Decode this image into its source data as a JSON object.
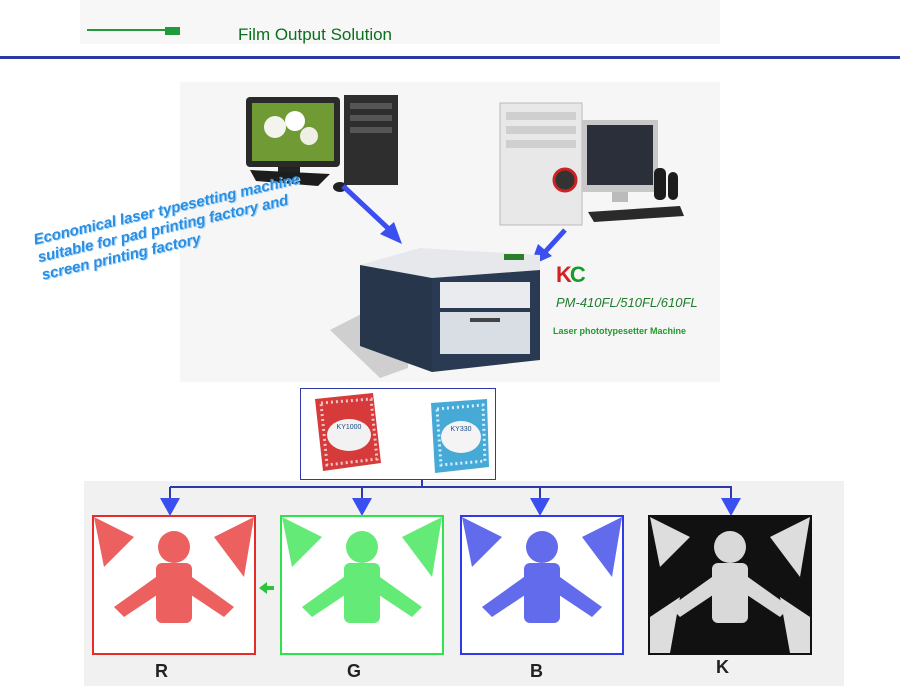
{
  "header": {
    "title": "Film Output Solution"
  },
  "slogan": {
    "lines": [
      "Economical laser typesetting machine",
      "suitable for pad printing factory and",
      "screen printing factory"
    ]
  },
  "brand": {
    "logo_k": "K",
    "logo_c": "C",
    "model": "PM-410FL/510FL/610FL",
    "caption": "Laser phototypesetter Machine"
  },
  "film_packs": [
    "KY1000",
    "KY330"
  ],
  "channels": [
    {
      "label": "R",
      "color": "#e62b2b"
    },
    {
      "label": "G",
      "color": "#2fe34a"
    },
    {
      "label": "B",
      "color": "#2f3ae8"
    },
    {
      "label": "K",
      "color": "#111111"
    }
  ],
  "colors": {
    "accent_blue": "#2e3aa6",
    "brand_green": "#1f9b3a",
    "arrow_blue": "#3b4ff0",
    "slogan_blue": "#2b8ee0"
  }
}
